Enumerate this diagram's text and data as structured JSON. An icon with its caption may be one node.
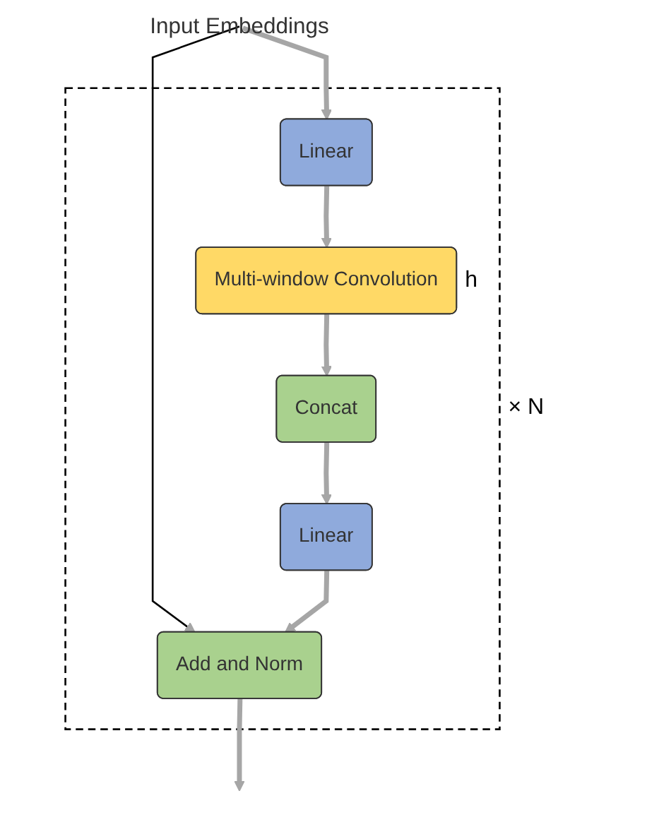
{
  "diagram": {
    "nodes": [
      {
        "text": [
          "Input Embeddings"
        ]
      },
      {
        "text": [],
        "shape": "box",
        "beside": [
          "× N"
        ]
      },
      {
        "text": [
          "Linear"
        ],
        "in": 1
      },
      {
        "text": [
          "Multi-window Convolution"
        ],
        "in": 1,
        "beside": [
          "h"
        ]
      },
      {
        "text": [
          "Concat"
        ],
        "in": 1
      },
      {
        "text": [
          "Linear"
        ],
        "in": 1
      },
      {
        "text": [
          "Add and Norm"
        ],
        "in": 1
      }
    ],
    "edges": [
      {
        "from": 0,
        "to": 2,
        "arrow": "to"
      },
      {
        "from": 0,
        "to": 6,
        "arrow": "to",
        "color": "#000000"
      },
      {
        "from": 2,
        "to": 3,
        "arrow": "to"
      },
      {
        "from": 3,
        "to": 4,
        "arrow": "to"
      },
      {
        "from": 4,
        "to": 5,
        "arrow": "to"
      },
      {
        "from": 5,
        "to": 6,
        "arrow": "to"
      },
      {
        "from": 6,
        "to": null,
        "arrow": "to"
      }
    ]
  }
}
